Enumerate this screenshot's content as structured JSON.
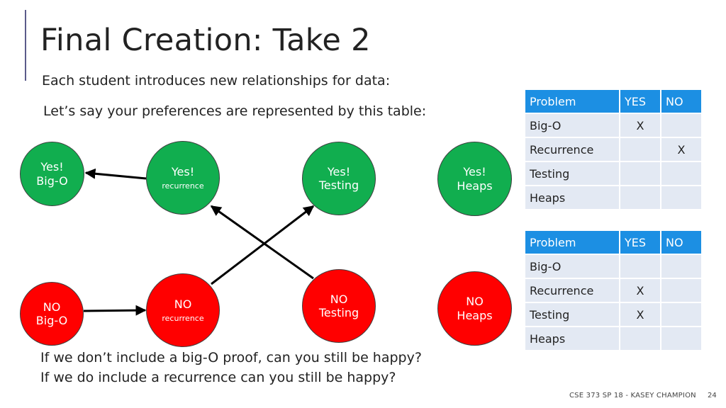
{
  "slide": {
    "title": "Final Creation: Take 2",
    "line1": "Each student introduces new relationships for data:",
    "line2": "Let’s say your preferences are represented by this table:",
    "question1": "If we don’t include a big-O proof, can you still be happy?",
    "question2": "If we do include a recurrence can you still be happy?",
    "footer": "CSE 373 SP 18 - KASEY CHAMPION",
    "page_number": "24"
  },
  "colors": {
    "green_node": "#11ae4f",
    "red_node": "#ff0000",
    "table_header": "#1c8fe3",
    "table_cell": "#e3e9f3",
    "edge": "#000000"
  },
  "nodes": {
    "yes_bigo": {
      "a": "Yes!",
      "b": "Big-O"
    },
    "yes_recurrence": {
      "a": "Yes!",
      "b": "recurrence"
    },
    "yes_testing": {
      "a": "Yes!",
      "b": "Testing"
    },
    "yes_heaps": {
      "a": "Yes!",
      "b": "Heaps"
    },
    "no_bigo": {
      "a": "NO",
      "b": "Big-O"
    },
    "no_recurrence": {
      "a": "NO",
      "b": "recurrence"
    },
    "no_testing": {
      "a": "NO",
      "b": "Testing"
    },
    "no_heaps": {
      "a": "NO",
      "b": "Heaps"
    }
  },
  "edges": [
    {
      "from": "yes_recurrence",
      "to": "yes_bigo"
    },
    {
      "from": "no_bigo",
      "to": "no_recurrence"
    },
    {
      "from": "no_recurrence",
      "to": "yes_testing"
    },
    {
      "from": "no_testing",
      "to": "yes_recurrence"
    }
  ],
  "table1": {
    "headers": [
      "Problem",
      "YES",
      "NO"
    ],
    "rows": [
      [
        "Big-O",
        "X",
        ""
      ],
      [
        "Recurrence",
        "",
        "X"
      ],
      [
        "Testing",
        "",
        ""
      ],
      [
        "Heaps",
        "",
        ""
      ]
    ]
  },
  "table2": {
    "headers": [
      "Problem",
      "YES",
      "NO"
    ],
    "rows": [
      [
        "Big-O",
        "",
        ""
      ],
      [
        "Recurrence",
        "X",
        ""
      ],
      [
        "Testing",
        "X",
        ""
      ],
      [
        "Heaps",
        "",
        ""
      ]
    ]
  }
}
